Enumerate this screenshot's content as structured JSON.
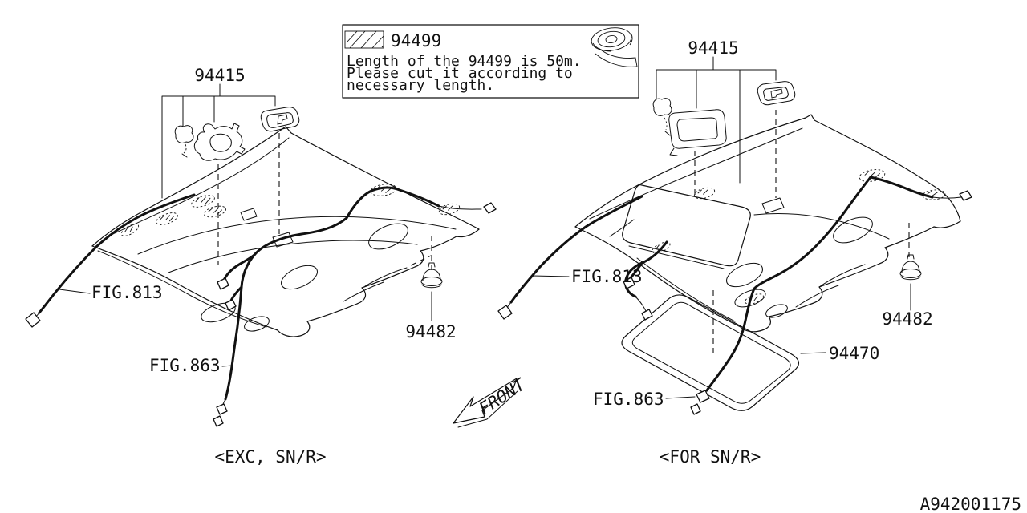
{
  "colors": {
    "ink": "#111111",
    "paper": "#ffffff"
  },
  "note_box": {
    "part_number": "94499",
    "note_lines": [
      "Length of the 94499 is 50m.",
      "Please cut it according to",
      "necessary length."
    ]
  },
  "left_diagram": {
    "caption": "<EXC, SN/R>",
    "labels": {
      "trim_parts_group": "94415",
      "front_harness_fig": "FIG.813",
      "rear_harness_fig": "FIG.863",
      "roof_clip": "94482"
    }
  },
  "right_diagram": {
    "caption": "<FOR SN/R>",
    "labels": {
      "trim_parts_group": "94415",
      "front_harness_fig": "FIG.813",
      "rear_harness_fig": "FIG.863",
      "roof_clip": "94482",
      "sunshade_trim": "94470"
    }
  },
  "front_marker": "FRONT",
  "footer": {
    "drawing_code": "A942001175"
  }
}
